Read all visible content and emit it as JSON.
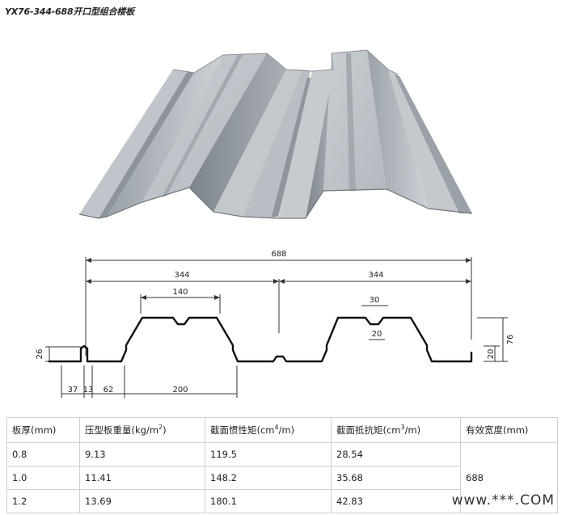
{
  "title": "YX76-344-688开口型组合楼板",
  "dimensions": {
    "total_width": "688",
    "half_width_left": "344",
    "half_width_right": "344",
    "top_flat": "140",
    "notch_top": "30",
    "notch_bottom": "20",
    "left_height": "26",
    "right_small_height": "20",
    "depth": "76",
    "bottom_37": "37",
    "bottom_13": "13",
    "bottom_62": "62",
    "bottom_200": "200"
  },
  "table": {
    "headers": [
      {
        "pre": "板厚(mm)",
        "sup": "",
        "post": ""
      },
      {
        "pre": "压型板重量(kg/m",
        "sup": "2",
        "post": ")"
      },
      {
        "pre": "截面惯性矩(cm",
        "sup": "4",
        "post": "/m)"
      },
      {
        "pre": "截面抵抗矩(cm",
        "sup": "3",
        "post": "/m)"
      },
      {
        "pre": "有效宽度(mm)",
        "sup": "",
        "post": ""
      }
    ],
    "rows": [
      [
        "0.8",
        "9.13",
        "119.5",
        "28.54"
      ],
      [
        "1.0",
        "11.41",
        "148.2",
        "35.68"
      ],
      [
        "1.2",
        "13.69",
        "180.1",
        "42.83"
      ]
    ],
    "effective_width": "688"
  },
  "watermark": "www.***.COM"
}
